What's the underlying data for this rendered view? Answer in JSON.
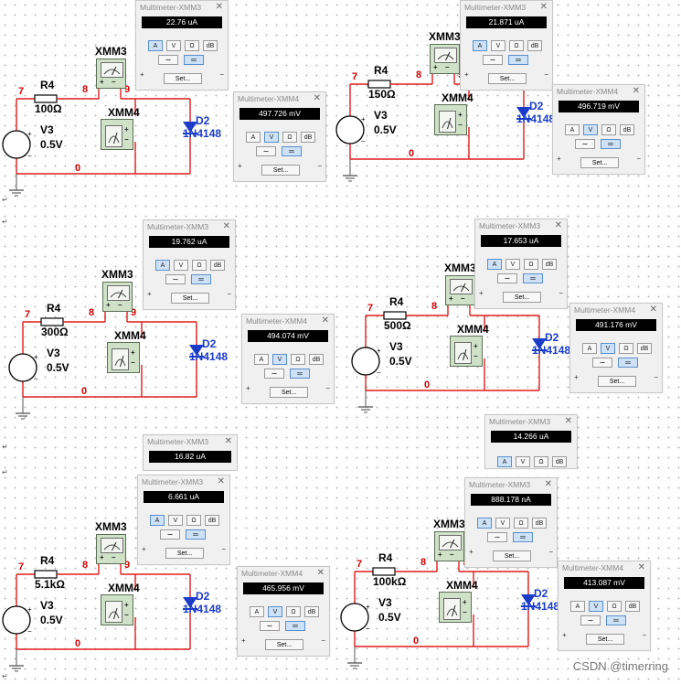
{
  "labels": {
    "node_in": "7",
    "node_mid": "8",
    "node_out": "9",
    "node_gnd": "0",
    "source_name": "V3",
    "source_value": "0.5V",
    "resistor_name": "R4",
    "diode_name": "D2",
    "diode_part": "1N4148",
    "meter3_name": "XMM3",
    "meter4_name": "XMM4"
  },
  "multimeter": {
    "btn_a": "A",
    "btn_v": "V",
    "btn_ohm": "Ω",
    "btn_db": "dB",
    "ac": "∼",
    "dc": "═",
    "set": "Set...",
    "plus": "+",
    "minus": "−"
  },
  "panels": [
    {
      "resistor": "100Ω",
      "xmm3_title": "Multimeter-XMM3",
      "xmm3_value": "22.76 uA",
      "xmm4_title": "Multimeter-XMM4",
      "xmm4_value": "497.726 mV"
    },
    {
      "resistor": "150Ω",
      "xmm3_title": "Multimeter-XMM3",
      "xmm3_value": "21.871 uA",
      "xmm4_title": "Multimeter-XMM4",
      "xmm4_value": "496.719 mV"
    },
    {
      "resistor": "300Ω",
      "xmm3_title": "Multimeter-XMM3",
      "xmm3_value": "19.762 uA",
      "xmm4_title": "Multimeter-XMM4",
      "xmm4_value": "494.074 mV"
    },
    {
      "resistor": "500Ω",
      "xmm3_title": "Multimeter-XMM3",
      "xmm3_value": "17.653 uA",
      "xmm4_title": "Multimeter-XMM4",
      "xmm4_value": "491.176 mV"
    },
    {
      "resistor": "5.1kΩ",
      "xmm3_title": "Multimeter-XMM3",
      "xmm3_value": "6.661 uA",
      "xmm4_title": "Multimeter-XMM4",
      "xmm4_value": "465.956 mV"
    },
    {
      "resistor": "100kΩ",
      "xmm3_title": "Multimeter-XMM3",
      "xmm3_value": "888.178 nA",
      "xmm4_title": "Multimeter-XMM4",
      "xmm4_value": "413.087 mV"
    }
  ],
  "extra_meters": [
    {
      "title": "Multimeter-XMM3",
      "value": "16.82 uA"
    },
    {
      "title": "Multimeter-XMM3",
      "value": "14.266 uA"
    }
  ],
  "watermark": "CSDN @timerring"
}
